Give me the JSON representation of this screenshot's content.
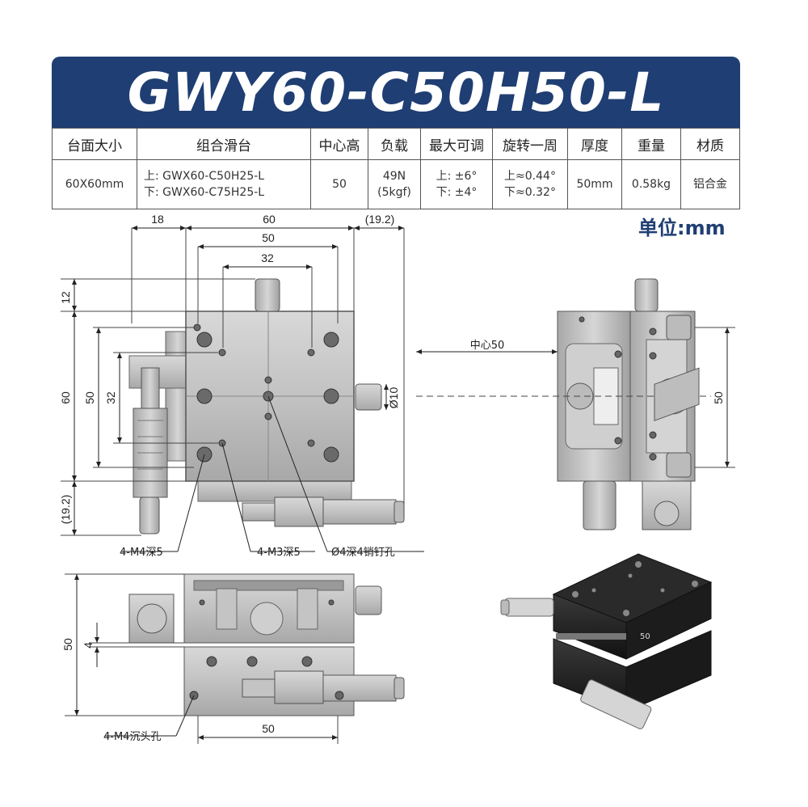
{
  "title": "GWY60-C50H50-L",
  "unit_label": "单位:mm",
  "table": {
    "headers": [
      "台面大小",
      "组合滑台",
      "中心高",
      "负载",
      "最大可调",
      "旋转一周",
      "厚度",
      "重量",
      "材质"
    ],
    "row": {
      "size": "60X60mm",
      "combo_line1": "上: GWX60-C50H25-L",
      "combo_line2": "下: GWX60-C75H25-L",
      "center_height": "50",
      "load_line1": "49N",
      "load_line2": "(5kgf)",
      "adjust_line1": "上: ±6°",
      "adjust_line2": "下: ±4°",
      "rotation_line1": "上≈0.44°",
      "rotation_line2": "下≈0.32°",
      "thickness": "50mm",
      "weight": "0.58kg",
      "material": "铝合金"
    }
  },
  "top_view": {
    "dims": {
      "d18": "18",
      "d60_top": "60",
      "d19_2_top": "(19.2)",
      "d50_top": "50",
      "d32_top": "32",
      "d12": "12",
      "d60_left": "60",
      "d50_left": "50",
      "d32_left": "32",
      "d19_2_left": "(19.2)",
      "d_phi10": "Ø10"
    },
    "callouts": {
      "m4": "4-M4深5",
      "m3": "4-M3深5",
      "pin": "Ø4深4销钉孔"
    }
  },
  "side_view": {
    "center_label": "中心50",
    "d50_right": "50"
  },
  "front_view": {
    "d50_left": "50",
    "d4": "4",
    "d50_bottom": "50",
    "callout": "4-M4沉头孔"
  },
  "photo": {
    "plate_mark": "50"
  }
}
